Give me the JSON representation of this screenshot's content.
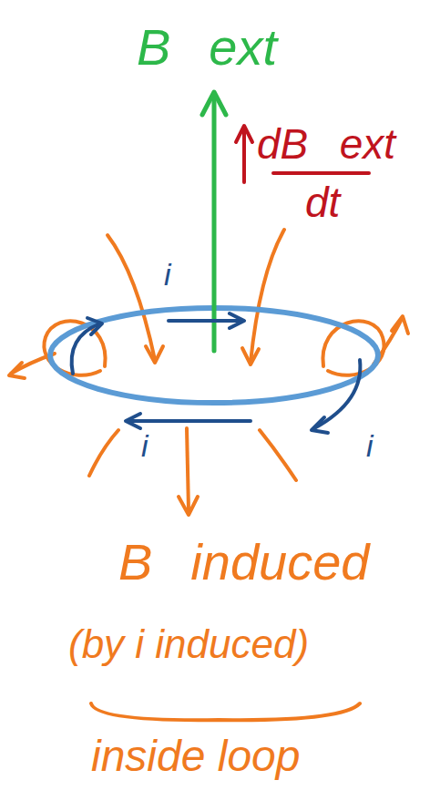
{
  "diagram": {
    "labels": [
      "B⃗ext",
      "dB⃗ext",
      "dt",
      "i",
      "i",
      "i",
      "B⃗induced",
      "(by i induced)",
      "inside loop"
    ]
  }
}
